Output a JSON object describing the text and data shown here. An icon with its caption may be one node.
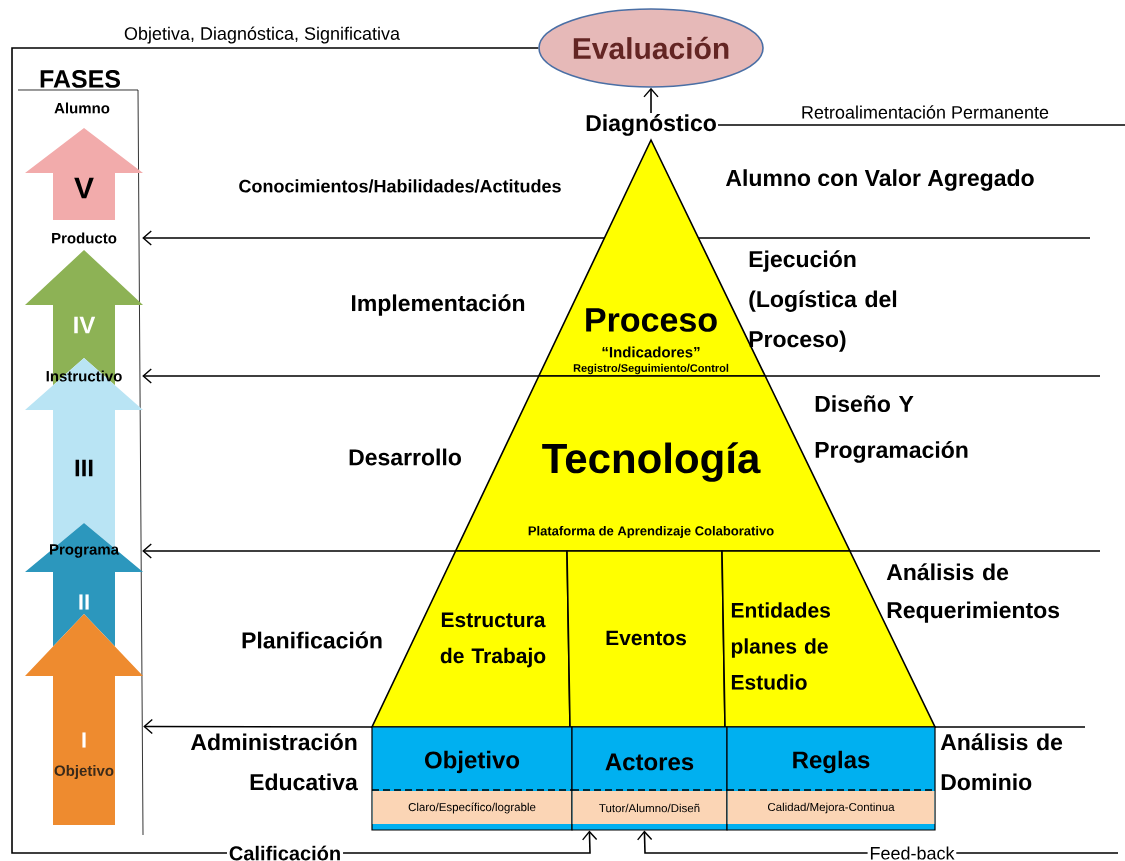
{
  "diagram": {
    "nodes": [
      {
        "text": [
          "Evaluación"
        ]
      },
      {
        "text": [
          "Diagnóstico"
        ]
      },
      {
        "text": [
          "FASES"
        ]
      },
      {
        "text": [
          "V"
        ],
        "in": 2
      },
      {
        "text": [
          "Producto"
        ],
        "in": 2
      },
      {
        "text": [
          "IV"
        ],
        "in": 2
      },
      {
        "text": [
          "Proceso",
          "“Indicadores”",
          "Registro/Seguimiento/Control"
        ]
      },
      {
        "text": [
          "Instructivo"
        ],
        "in": 8
      },
      {
        "text": [
          "III"
        ],
        "in": 2
      },
      {
        "text": [
          "Tecnología",
          "Plataforma de Aprendizaje Colaborativo"
        ]
      },
      {
        "text": [
          "Programa"
        ],
        "in": 11
      },
      {
        "text": [
          "II"
        ],
        "in": 2
      },
      {
        "text": [
          "Estructura de Trabajo"
        ]
      },
      {
        "text": [
          "Eventos"
        ]
      },
      {
        "text": [
          "Entidades planes de Estudio"
        ]
      },
      {
        "text": [
          "I",
          "Objetivo"
        ],
        "in": 2
      },
      {
        "text": [
          "Objetivo",
          "Claro/Específico/lograble"
        ]
      },
      {
        "text": [
          "Actores",
          "Tutor/Alumno/Diseñ"
        ]
      },
      {
        "text": [
          "Reglas",
          "Calidad/Mejora-Continua"
        ]
      }
    ],
    "edges": [
      {
        "from": 1,
        "to": 0,
        "arrow": "to"
      },
      {
        "from": 0,
        "to": 17,
        "arrow": "to",
        "label": "Calificación"
      },
      {
        "from": null,
        "to": 17,
        "arrow": "to",
        "label": "Feed-back"
      },
      {
        "from": 1,
        "to": null,
        "arrow": "none",
        "label": "Retroalimentación Permanente"
      },
      {
        "from": null,
        "to": 4,
        "arrow": "to"
      },
      {
        "from": null,
        "to": 7,
        "arrow": "to"
      },
      {
        "from": null,
        "to": 10,
        "arrow": "to"
      },
      {
        "from": null,
        "to": 15,
        "arrow": "to"
      }
    ],
    "labels": [
      "Objetiva, Diagnóstica, Significativa",
      "Alumno",
      "Conocimientos/Habilidades/Actitudes",
      "Alumno con Valor Agregado",
      "Implementación",
      "Ejecución (Logística del Proceso)",
      "Desarrollo",
      "Diseño Y Programación",
      "Planificación",
      "Análisis de Requerimientos",
      "Administración Educativa",
      "Análisis de Dominio"
    ]
  }
}
